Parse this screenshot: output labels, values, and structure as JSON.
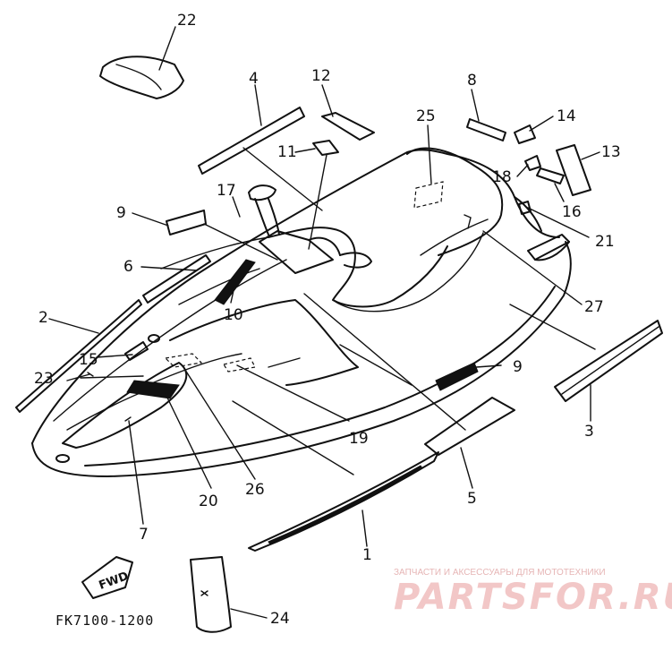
{
  "diagram": {
    "part_code": "FK7100-1200",
    "fwd_label": "FWD",
    "callouts": [
      "22",
      "4",
      "12",
      "11",
      "17",
      "9",
      "6",
      "10",
      "2",
      "15",
      "23",
      "25",
      "8",
      "14",
      "13",
      "18",
      "16",
      "21",
      "27",
      "9",
      "3",
      "19",
      "5",
      "1",
      "20",
      "26",
      "7",
      "24"
    ]
  },
  "watermark": {
    "subtitle": "ЗАПЧАСТИ И АКСЕССУАРЫ ДЛЯ МОТОТЕХНИКИ",
    "brand": "PARTSFOR.RU"
  }
}
